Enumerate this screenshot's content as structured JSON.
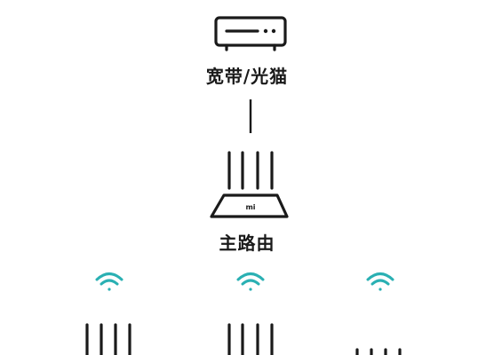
{
  "modem": {
    "label": "宽带/光猫",
    "icon": "modem-icon"
  },
  "main_router": {
    "label": "主路由",
    "icon": "router-icon",
    "brand_mark": "mi"
  },
  "satellites": [
    {
      "icon": "wifi-icon",
      "wifi_color": "#2ab0b3"
    },
    {
      "icon": "wifi-icon",
      "wifi_color": "#2ab0b3"
    },
    {
      "icon": "wifi-icon",
      "wifi_color": "#2ab0b3"
    }
  ],
  "colors": {
    "stroke": "#1a1a1a",
    "wifi": "#2ab0b3",
    "background": "#ffffff"
  }
}
